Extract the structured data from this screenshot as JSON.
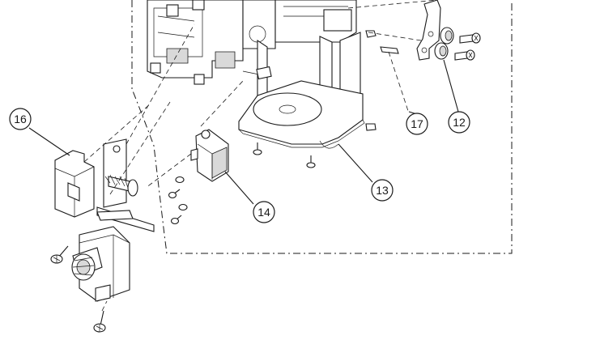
{
  "diagram": {
    "callouts": [
      {
        "id": "c16",
        "label": "16"
      },
      {
        "id": "c17",
        "label": "17"
      },
      {
        "id": "c12",
        "label": "12"
      },
      {
        "id": "c13",
        "label": "13"
      },
      {
        "id": "c14",
        "label": "14"
      }
    ]
  }
}
